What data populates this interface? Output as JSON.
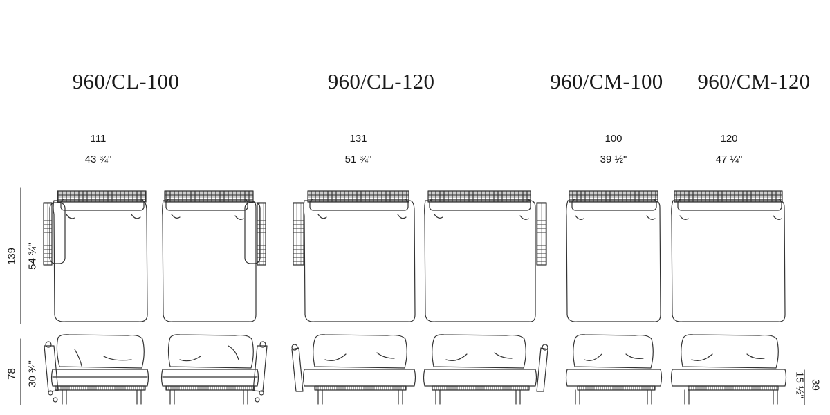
{
  "models": [
    {
      "code": "960/CL-100",
      "width_cm": "111",
      "width_in": "43 ¾\""
    },
    {
      "code": "960/CL-120",
      "width_cm": "131",
      "width_in": "51 ¾\""
    },
    {
      "code": "960/CM-100",
      "width_cm": "100",
      "width_in": "39 ½\""
    },
    {
      "code": "960/CM-120",
      "width_cm": "120",
      "width_in": "47 ¼\""
    }
  ],
  "depth": {
    "cm": "139",
    "in": "54 ¾\""
  },
  "height": {
    "cm": "78",
    "in": "30 ¾\""
  },
  "seat_height": {
    "cm": "39",
    "in": "15 ½\""
  }
}
